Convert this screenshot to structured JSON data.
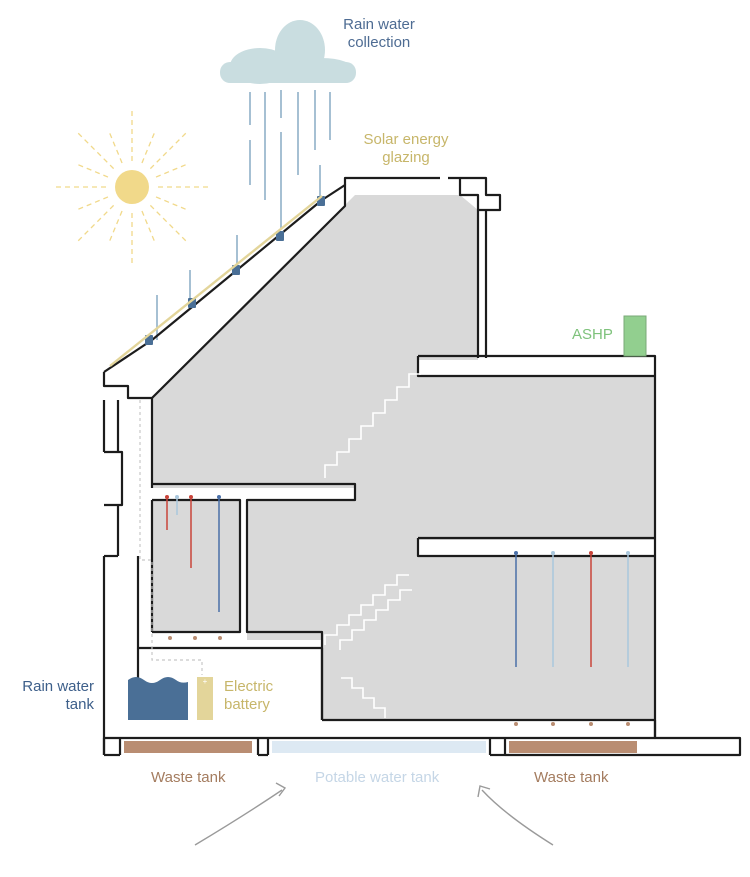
{
  "labels": {
    "rain_collection": "Rain water\ncollection",
    "solar_glazing": "Solar energy\nglazing",
    "ashp": "ASHP",
    "rain_tank": "Rain water\ntank",
    "electric_battery": "Electric\nbattery",
    "waste_tank_left": "Waste tank",
    "potable_tank": "Potable water tank",
    "waste_tank_right": "Waste tank"
  },
  "colors": {
    "wall": "#1c1c1c",
    "interior": "#d9d9d9",
    "cloud": "#c9dde0",
    "rain_line": "#8fb0c8",
    "sun": "#f1d98a",
    "solar_text": "#c7b66a",
    "ashp_unit": "#92cf8f",
    "ashp_text": "#7ec27b",
    "rain_tank": "#4a6f96",
    "rain_tank_text": "#3d5f8a",
    "battery": "#e3d59a",
    "battery_text": "#c7b66a",
    "waste_tank": "#b98d72",
    "waste_text": "#a47c5f",
    "potable_tank": "#dde9f3",
    "potable_text": "#c5d6e6",
    "pipe_red": "#c9443a",
    "pipe_blue": "#4a6fa8",
    "pipe_light": "#a9c7dd",
    "airflow": "#9a9a9a"
  }
}
